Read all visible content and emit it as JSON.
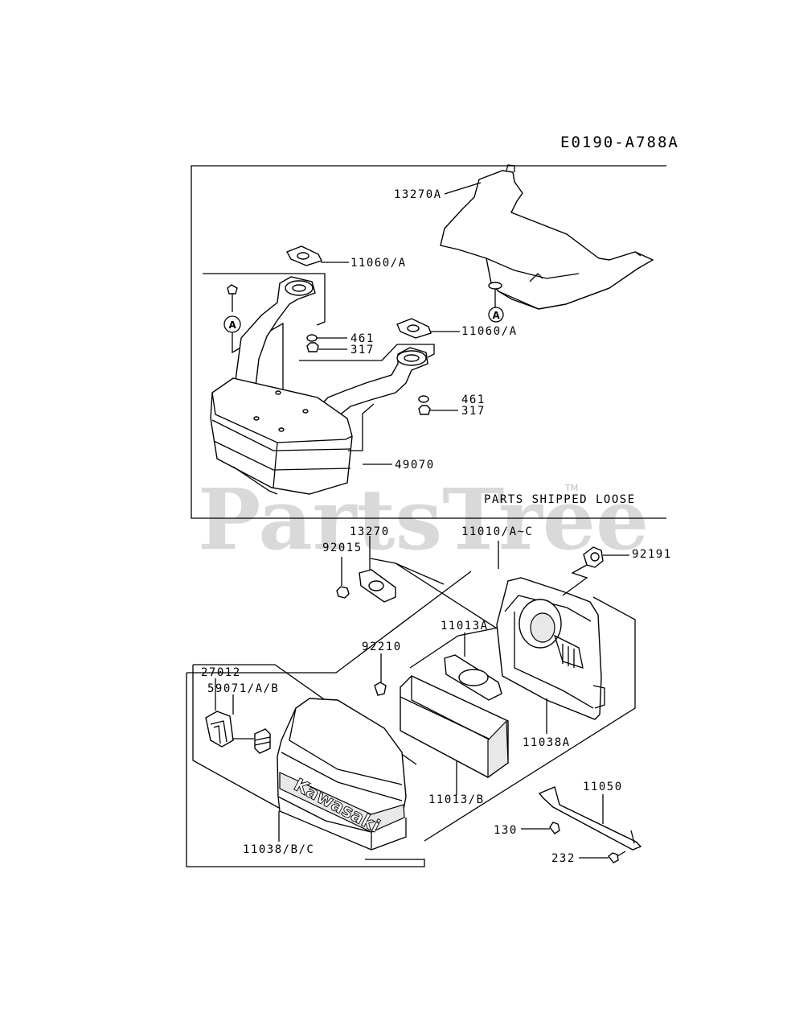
{
  "diagram_code": "E0190-A788A",
  "watermark": "PartsTree",
  "watermark_tm": "TM",
  "section_note": "PARTS SHIPPED LOOSE",
  "brand_text": "Kawasaki",
  "ref_marker": "A",
  "part_labels": {
    "p13270A": "13270A",
    "p11060A_1": "11060/A",
    "p11060A_2": "11060/A",
    "p461_1": "461",
    "p317_1": "317",
    "p461_2": "461",
    "p317_2": "317",
    "p49070": "49070",
    "p13270": "13270",
    "p92015": "92015",
    "p11010": "11010/A~C",
    "p92191": "92191",
    "p11013A": "11013A",
    "p92210": "92210",
    "p27012": "27012",
    "p59071": "59071/A/B",
    "p11038A": "11038A",
    "p11013B": "11013/B",
    "p11050": "11050",
    "p130": "130",
    "p232": "232",
    "p11038BC": "11038/B/C"
  }
}
